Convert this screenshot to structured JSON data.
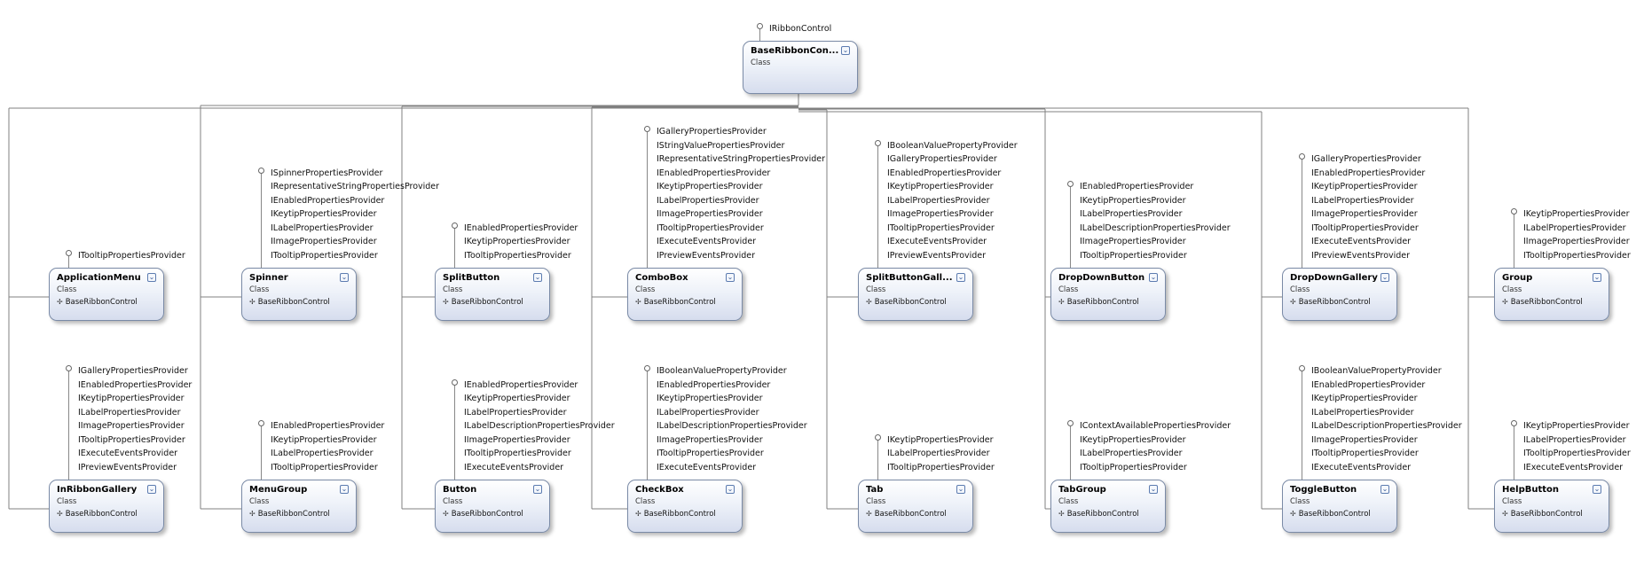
{
  "root": {
    "name": "BaseRibbonCon...",
    "kind": "Class",
    "interfaces": [
      "IRibbonControl"
    ]
  },
  "classes": [
    {
      "name": "ApplicationMenu",
      "kind": "Class",
      "base": "BaseRibbonControl",
      "interfaces": [
        "ITooltipPropertiesProvider"
      ]
    },
    {
      "name": "Spinner",
      "kind": "Class",
      "base": "BaseRibbonControl",
      "interfaces": [
        "ISpinnerPropertiesProvider",
        "IRepresentativeStringPropertiesProvider",
        "IEnabledPropertiesProvider",
        "IKeytipPropertiesProvider",
        "ILabelPropertiesProvider",
        "IImagePropertiesProvider",
        "ITooltipPropertiesProvider"
      ]
    },
    {
      "name": "SplitButton",
      "kind": "Class",
      "base": "BaseRibbonControl",
      "interfaces": [
        "IEnabledPropertiesProvider",
        "IKeytipPropertiesProvider",
        "ITooltipPropertiesProvider"
      ]
    },
    {
      "name": "ComboBox",
      "kind": "Class",
      "base": "BaseRibbonControl",
      "interfaces": [
        "IGalleryPropertiesProvider",
        "IStringValuePropertiesProvider",
        "IRepresentativeStringPropertiesProvider",
        "IEnabledPropertiesProvider",
        "IKeytipPropertiesProvider",
        "ILabelPropertiesProvider",
        "IImagePropertiesProvider",
        "ITooltipPropertiesProvider",
        "IExecuteEventsProvider",
        "IPreviewEventsProvider"
      ]
    },
    {
      "name": "SplitButtonGall...",
      "kind": "Class",
      "base": "BaseRibbonControl",
      "interfaces": [
        "IBooleanValuePropertyProvider",
        "IGalleryPropertiesProvider",
        "IEnabledPropertiesProvider",
        "IKeytipPropertiesProvider",
        "ILabelPropertiesProvider",
        "IImagePropertiesProvider",
        "ITooltipPropertiesProvider",
        "IExecuteEventsProvider",
        "IPreviewEventsProvider"
      ]
    },
    {
      "name": "DropDownButton",
      "kind": "Class",
      "base": "BaseRibbonControl",
      "interfaces": [
        "IEnabledPropertiesProvider",
        "IKeytipPropertiesProvider",
        "ILabelPropertiesProvider",
        "ILabelDescriptionPropertiesProvider",
        "IImagePropertiesProvider",
        "ITooltipPropertiesProvider"
      ]
    },
    {
      "name": "DropDownGallery",
      "kind": "Class",
      "base": "BaseRibbonControl",
      "interfaces": [
        "IGalleryPropertiesProvider",
        "IEnabledPropertiesProvider",
        "IKeytipPropertiesProvider",
        "ILabelPropertiesProvider",
        "IImagePropertiesProvider",
        "ITooltipPropertiesProvider",
        "IExecuteEventsProvider",
        "IPreviewEventsProvider"
      ]
    },
    {
      "name": "Group",
      "kind": "Class",
      "base": "BaseRibbonControl",
      "interfaces": [
        "IKeytipPropertiesProvider",
        "ILabelPropertiesProvider",
        "IImagePropertiesProvider",
        "ITooltipPropertiesProvider"
      ]
    },
    {
      "name": "InRibbonGallery",
      "kind": "Class",
      "base": "BaseRibbonControl",
      "interfaces": [
        "IGalleryPropertiesProvider",
        "IEnabledPropertiesProvider",
        "IKeytipPropertiesProvider",
        "ILabelPropertiesProvider",
        "IImagePropertiesProvider",
        "ITooltipPropertiesProvider",
        "IExecuteEventsProvider",
        "IPreviewEventsProvider"
      ]
    },
    {
      "name": "MenuGroup",
      "kind": "Class",
      "base": "BaseRibbonControl",
      "interfaces": [
        "IEnabledPropertiesProvider",
        "IKeytipPropertiesProvider",
        "ILabelPropertiesProvider",
        "ITooltipPropertiesProvider"
      ]
    },
    {
      "name": "Button",
      "kind": "Class",
      "base": "BaseRibbonControl",
      "interfaces": [
        "IEnabledPropertiesProvider",
        "IKeytipPropertiesProvider",
        "ILabelPropertiesProvider",
        "ILabelDescriptionPropertiesProvider",
        "IImagePropertiesProvider",
        "ITooltipPropertiesProvider",
        "IExecuteEventsProvider"
      ]
    },
    {
      "name": "CheckBox",
      "kind": "Class",
      "base": "BaseRibbonControl",
      "interfaces": [
        "IBooleanValuePropertyProvider",
        "IEnabledPropertiesProvider",
        "IKeytipPropertiesProvider",
        "ILabelPropertiesProvider",
        "ILabelDescriptionPropertiesProvider",
        "IImagePropertiesProvider",
        "ITooltipPropertiesProvider",
        "IExecuteEventsProvider"
      ]
    },
    {
      "name": "Tab",
      "kind": "Class",
      "base": "BaseRibbonControl",
      "interfaces": [
        "IKeytipPropertiesProvider",
        "ILabelPropertiesProvider",
        "ITooltipPropertiesProvider"
      ]
    },
    {
      "name": "TabGroup",
      "kind": "Class",
      "base": "BaseRibbonControl",
      "interfaces": [
        "IContextAvailablePropertiesProvider",
        "IKeytipPropertiesProvider",
        "ILabelPropertiesProvider",
        "ITooltipPropertiesProvider"
      ]
    },
    {
      "name": "ToggleButton",
      "kind": "Class",
      "base": "BaseRibbonControl",
      "interfaces": [
        "IBooleanValuePropertyProvider",
        "IEnabledPropertiesProvider",
        "IKeytipPropertiesProvider",
        "ILabelPropertiesProvider",
        "ILabelDescriptionPropertiesProvider",
        "IImagePropertiesProvider",
        "ITooltipPropertiesProvider",
        "IExecuteEventsProvider"
      ]
    },
    {
      "name": "HelpButton",
      "kind": "Class",
      "base": "BaseRibbonControl",
      "interfaces": [
        "IKeytipPropertiesProvider",
        "ILabelPropertiesProvider",
        "ITooltipPropertiesProvider",
        "IExecuteEventsProvider"
      ]
    }
  ],
  "icons": {
    "collapse": "chevron-double-down-icon",
    "inherit": "inheritance-arrow-icon",
    "lollipop": "interface-lollipop-icon"
  },
  "colors": {
    "box_border": "#7a8aa6",
    "box_top": "#ffffff",
    "box_bottom": "#d6ddee",
    "line": "#808080"
  }
}
